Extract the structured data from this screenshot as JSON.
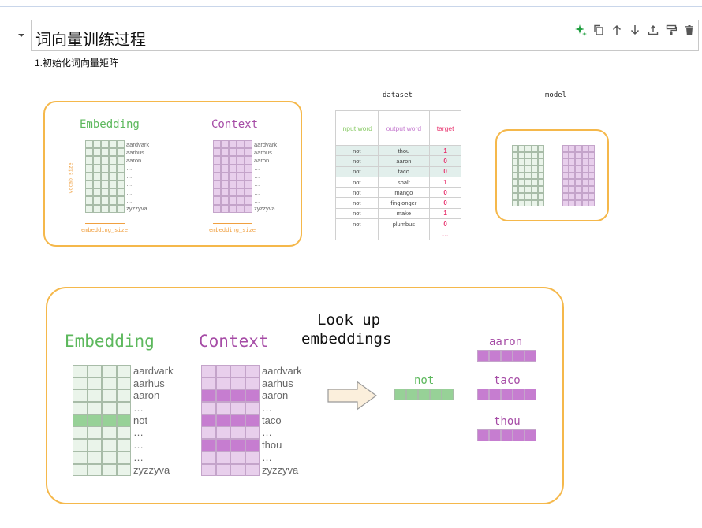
{
  "heading": {
    "title": "词向量训练过程"
  },
  "toolbar": {
    "icons": [
      "sparkle-icon",
      "copy-icon",
      "arrow-up-icon",
      "arrow-down-icon",
      "upload-icon",
      "format-icon",
      "trash-icon"
    ]
  },
  "section": {
    "subtitle": "1.初始化词向量矩阵"
  },
  "figure_top": {
    "embedding_title": "Embedding",
    "context_title": "Context",
    "words": [
      "aardvark",
      "aarhus",
      "aaron",
      "…",
      "…",
      "…",
      "…",
      "…",
      "zyzzyva"
    ],
    "vocab_size_label": "vocab_size",
    "embedding_size_label": "embedding_size",
    "dataset_title": "dataset",
    "model_title": "model",
    "dataset_headers": [
      "input word",
      "output word",
      "target"
    ],
    "dataset_rows": [
      [
        "not",
        "thou",
        "1"
      ],
      [
        "not",
        "aaron",
        "0"
      ],
      [
        "not",
        "taco",
        "0"
      ],
      [
        "not",
        "shalt",
        "1"
      ],
      [
        "not",
        "mango",
        "0"
      ],
      [
        "not",
        "finglonger",
        "0"
      ],
      [
        "not",
        "make",
        "1"
      ],
      [
        "not",
        "plumbus",
        "0"
      ],
      [
        "…",
        "…",
        "…"
      ]
    ]
  },
  "figure_bottom": {
    "embedding_title": "Embedding",
    "context_title": "Context",
    "embedding_words": [
      "aardvark",
      "aarhus",
      "aaron",
      "…",
      "not",
      "…",
      "…",
      "…",
      "zyzzyva"
    ],
    "context_words": [
      "aardvark",
      "aarhus",
      "aaron",
      "…",
      "taco",
      "…",
      "thou",
      "…",
      "zyzzyva"
    ],
    "lookup_line1": "Look up",
    "lookup_line2": "embeddings",
    "input_word": "not",
    "output_words": [
      "aaron",
      "taco",
      "thou"
    ]
  },
  "colors": {
    "embedding_green": "#5cb85c",
    "context_purple": "#a64ca6",
    "highlight_green": "#97d197",
    "highlight_purple": "#c67dd0",
    "light_green": "#eaf4ea",
    "light_purple": "#e8cfec",
    "orange_border": "#f5b84b",
    "target_pink": "#e8336e"
  }
}
